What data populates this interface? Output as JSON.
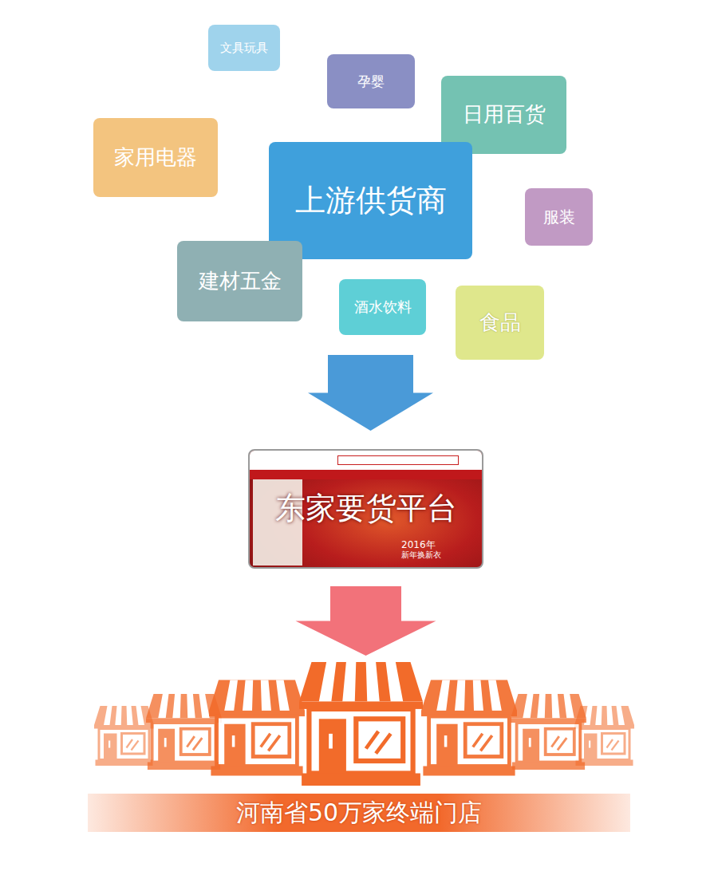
{
  "diagram": {
    "nodes": [
      {
        "text": [
          "文具玩具"
        ]
      },
      {
        "text": [
          "孕婴"
        ]
      },
      {
        "text": [
          "日用百货"
        ]
      },
      {
        "text": [
          "家用电器"
        ]
      },
      {
        "text": [
          "上游供货商"
        ]
      },
      {
        "text": [
          "服装"
        ]
      },
      {
        "text": [
          "建材五金"
        ]
      },
      {
        "text": [
          "酒水饮料"
        ]
      },
      {
        "text": [
          "食品"
        ]
      },
      {
        "text": [
          "东家要货平台"
        ]
      },
      {
        "text": [
          "河南省50万家终端门店"
        ]
      }
    ],
    "edges": [
      {
        "from": 4,
        "to": 9,
        "arrow": "to"
      },
      {
        "from": 9,
        "to": 10,
        "arrow": "to"
      }
    ],
    "labels": [
      "2016年",
      "新年换新衣"
    ]
  }
}
